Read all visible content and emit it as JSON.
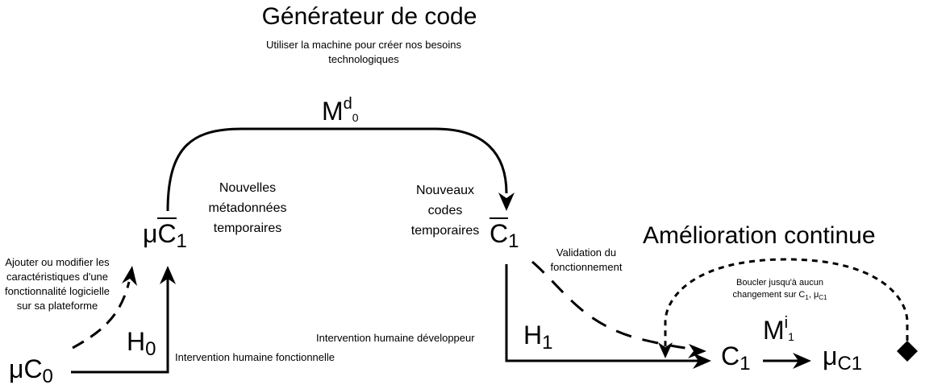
{
  "titles": {
    "generator": "Générateur de code",
    "generator_subtitle": "Utiliser la machine pour créer nos besoins technologiques",
    "improvement": "Amélioration continue"
  },
  "symbols": {
    "mu": "μ",
    "C": "C",
    "H": "H",
    "M": "M",
    "sub0": "0",
    "sub1": "1",
    "sup_d": "d",
    "sup_i": "i",
    "sub_C1": "C1"
  },
  "labels": {
    "new_metadata": "Nouvelles métadonnées temporaires",
    "new_code": "Nouveaux codes temporaires",
    "add_modify": "Ajouter ou modifier les caractéristiques d'une fonctionnalité logicielle sur sa plateforme",
    "human_functional": "Intervention humaine fonctionnelle",
    "human_dev": "Intervention humaine développeur",
    "validation": "Validation du fonctionnement",
    "loop_line1": "Boucler jusqu'à aucun",
    "loop_line2_prefix": "changement sur C",
    "loop_line2_mid": ", μ",
    "loop_sub1": "1",
    "loop_subC1": "C1"
  }
}
